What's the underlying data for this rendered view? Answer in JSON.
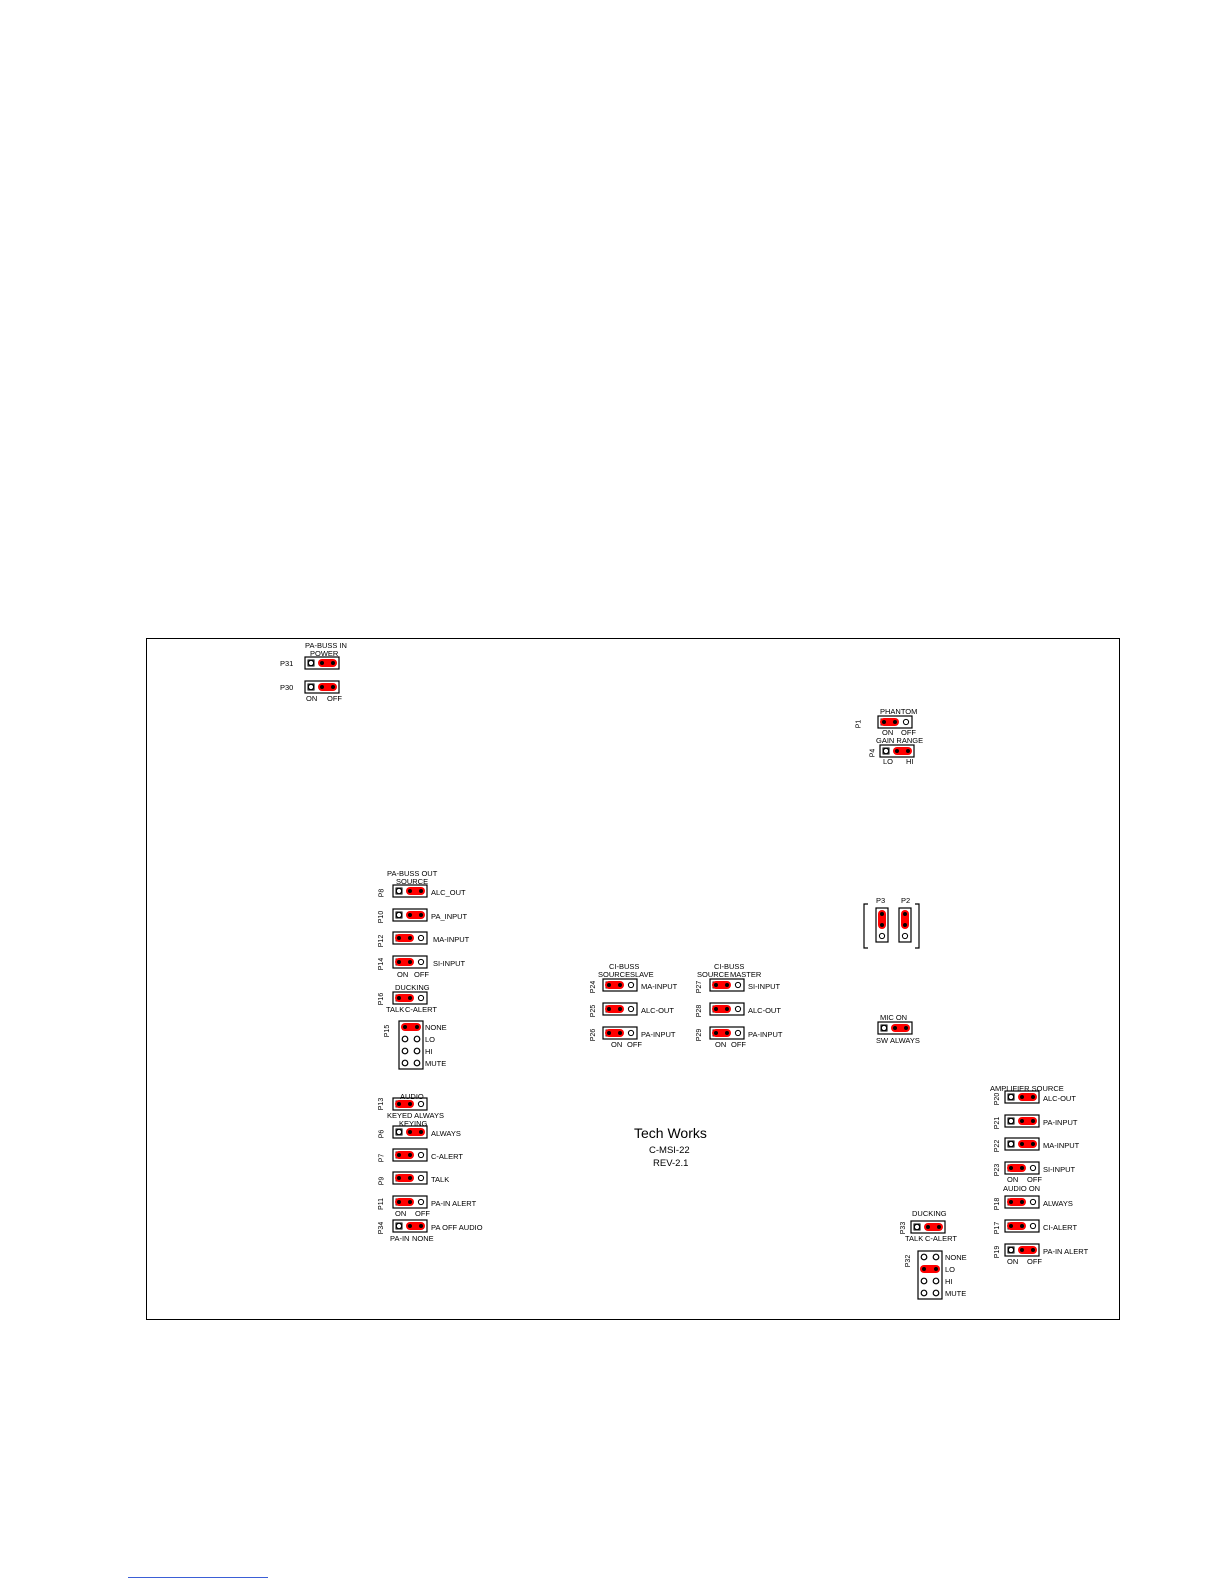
{
  "colors": {
    "shunt": "#ff0000",
    "outline": "#000000"
  },
  "footer": {
    "underline_color": "#3b5fd6"
  },
  "board": {
    "title": "Tech Works",
    "model": "C-MSI-22",
    "revision": "REV-2.1"
  },
  "pa_buss_in": {
    "heading": "PA-BUSS IN",
    "sub": "POWER",
    "p31": "P31",
    "p30": "P30",
    "on": "ON",
    "off": "OFF"
  },
  "phantom": {
    "p1": "P1",
    "heading": "PHANTOM",
    "on": "ON",
    "off": "OFF",
    "p4": "P4",
    "gain": "GAIN RANGE",
    "lo": "LO",
    "hi": "HI"
  },
  "p3p2": {
    "p3": "P3",
    "p2": "P2"
  },
  "mic_on": {
    "heading": "MIC ON",
    "sw": "SW",
    "always": "ALWAYS"
  },
  "pa_buss_out": {
    "heading": "PA-BUSS OUT",
    "sub": "SOURCE",
    "rows": [
      {
        "ref": "P8",
        "label": "ALC_OUT"
      },
      {
        "ref": "P10",
        "label": "PA_INPUT"
      },
      {
        "ref": "P12",
        "label": "MA-INPUT"
      },
      {
        "ref": "P14",
        "label": "SI-INPUT"
      }
    ],
    "on": "ON",
    "off": "OFF"
  },
  "ducking_left": {
    "heading": "DUCKING",
    "ref": "P16",
    "talk": "TALK",
    "calert": "C-ALERT",
    "p15": "P15",
    "opts": [
      "NONE",
      "LO",
      "HI",
      "MUTE"
    ]
  },
  "audio_left": {
    "heading": "AUDIO",
    "ref": "P13",
    "sub": "KEYED ALWAYS",
    "keying": "KEYING",
    "rows": [
      {
        "ref": "P6",
        "label": "ALWAYS"
      },
      {
        "ref": "P7",
        "label": "C-ALERT"
      },
      {
        "ref": "P9",
        "label": "TALK"
      },
      {
        "ref": "P11",
        "label": "PA-IN ALERT"
      },
      {
        "ref": "P34",
        "label": "PA OFF AUDIO"
      }
    ],
    "on": "ON",
    "off": "OFF",
    "pain": "PA-IN",
    "none": "NONE"
  },
  "ci_buss_slave": {
    "heading": "CI-BUSS",
    "source": "SOURCE",
    "slave": "SLAVE",
    "rows": [
      {
        "ref": "P24",
        "label": "MA-INPUT"
      },
      {
        "ref": "P25",
        "label": "ALC-OUT"
      },
      {
        "ref": "P26",
        "label": "PA-INPUT"
      }
    ],
    "on": "ON",
    "off": "OFF"
  },
  "ci_buss_master": {
    "heading": "CI-BUSS",
    "source": "SOURCE",
    "master": "MASTER",
    "rows": [
      {
        "ref": "P27",
        "label": "SI-INPUT"
      },
      {
        "ref": "P28",
        "label": "ALC-OUT"
      },
      {
        "ref": "P29",
        "label": "PA-INPUT"
      }
    ],
    "on": "ON",
    "off": "OFF"
  },
  "amplifier": {
    "heading": "AMPLIFIER SOURCE",
    "rows": [
      {
        "ref": "P20",
        "label": "ALC-OUT"
      },
      {
        "ref": "P21",
        "label": "PA-INPUT"
      },
      {
        "ref": "P22",
        "label": "MA-INPUT"
      },
      {
        "ref": "P23",
        "label": "SI-INPUT"
      }
    ],
    "on": "ON",
    "off": "OFF",
    "audio_on": "AUDIO ON",
    "rows2": [
      {
        "ref": "P18",
        "label": "ALWAYS"
      },
      {
        "ref": "P17",
        "label": "CI-ALERT"
      },
      {
        "ref": "P19",
        "label": "PA-IN ALERT"
      }
    ]
  },
  "ducking_right": {
    "heading": "DUCKING",
    "ref": "P33",
    "talk": "TALK",
    "calert": "C-ALERT",
    "p32": "P32",
    "opts": [
      "NONE",
      "LO",
      "HI",
      "MUTE"
    ]
  }
}
